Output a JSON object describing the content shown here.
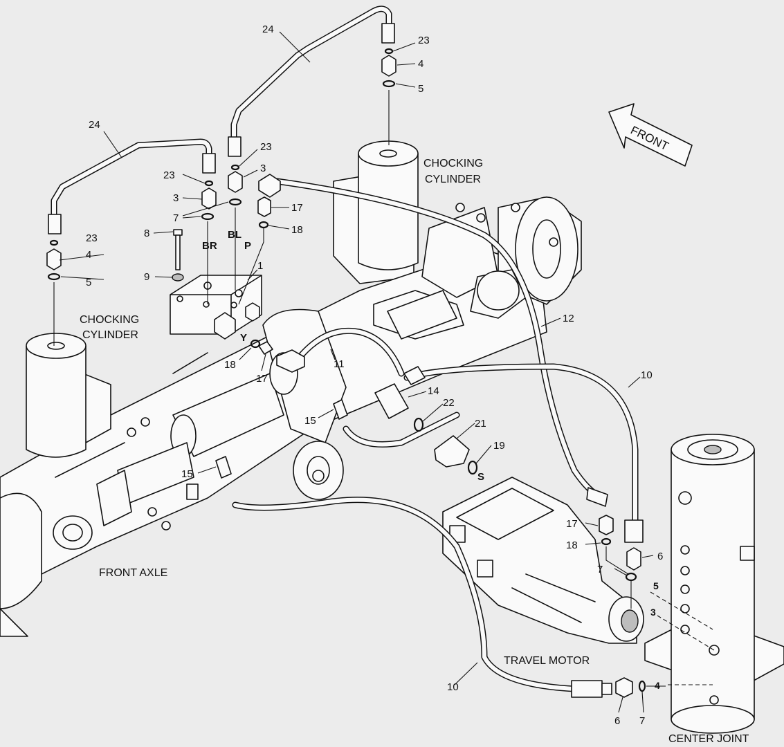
{
  "component_labels": {
    "chocking_cylinder_right": [
      "CHOCKING",
      "CYLINDER"
    ],
    "chocking_cylinder_left": [
      "CHOCKING",
      "CYLINDER"
    ],
    "front_axle": "FRONT AXLE",
    "travel_motor": "TRAVEL MOTOR",
    "center_joint": "CENTER JOINT",
    "front_arrow": "FRONT"
  },
  "port_labels": {
    "br": "BR",
    "bl": "BL",
    "p": "P",
    "y": "Y",
    "s": "S"
  },
  "callouts": {
    "c24_top": "24",
    "c23_top": "23",
    "c4_top": "4",
    "c5_top": "5",
    "c24_left": "24",
    "c23_mid": "23",
    "c3_mid": "3",
    "c23_valve": "23",
    "c3_valve": "3",
    "c7_valve": "7",
    "c17_top": "17",
    "c18_top": "18",
    "c8": "8",
    "c23_left": "23",
    "c4_left": "4",
    "c5_left": "5",
    "c9": "9",
    "c1": "1",
    "c12": "12",
    "c18_mid": "18",
    "c17_mid": "17",
    "c11": "11",
    "c14": "14",
    "c10_right": "10",
    "c22": "22",
    "c15_mid": "15",
    "c21": "21",
    "c19": "19",
    "c15_low": "15",
    "c17_motor": "17",
    "c18_motor": "18",
    "c6_motor": "6",
    "c7_motor": "7",
    "c5_bold": "5",
    "c3_bold": "3",
    "c10_low": "10",
    "c4_bold": "4",
    "c6_low": "6",
    "c7_low": "7"
  }
}
